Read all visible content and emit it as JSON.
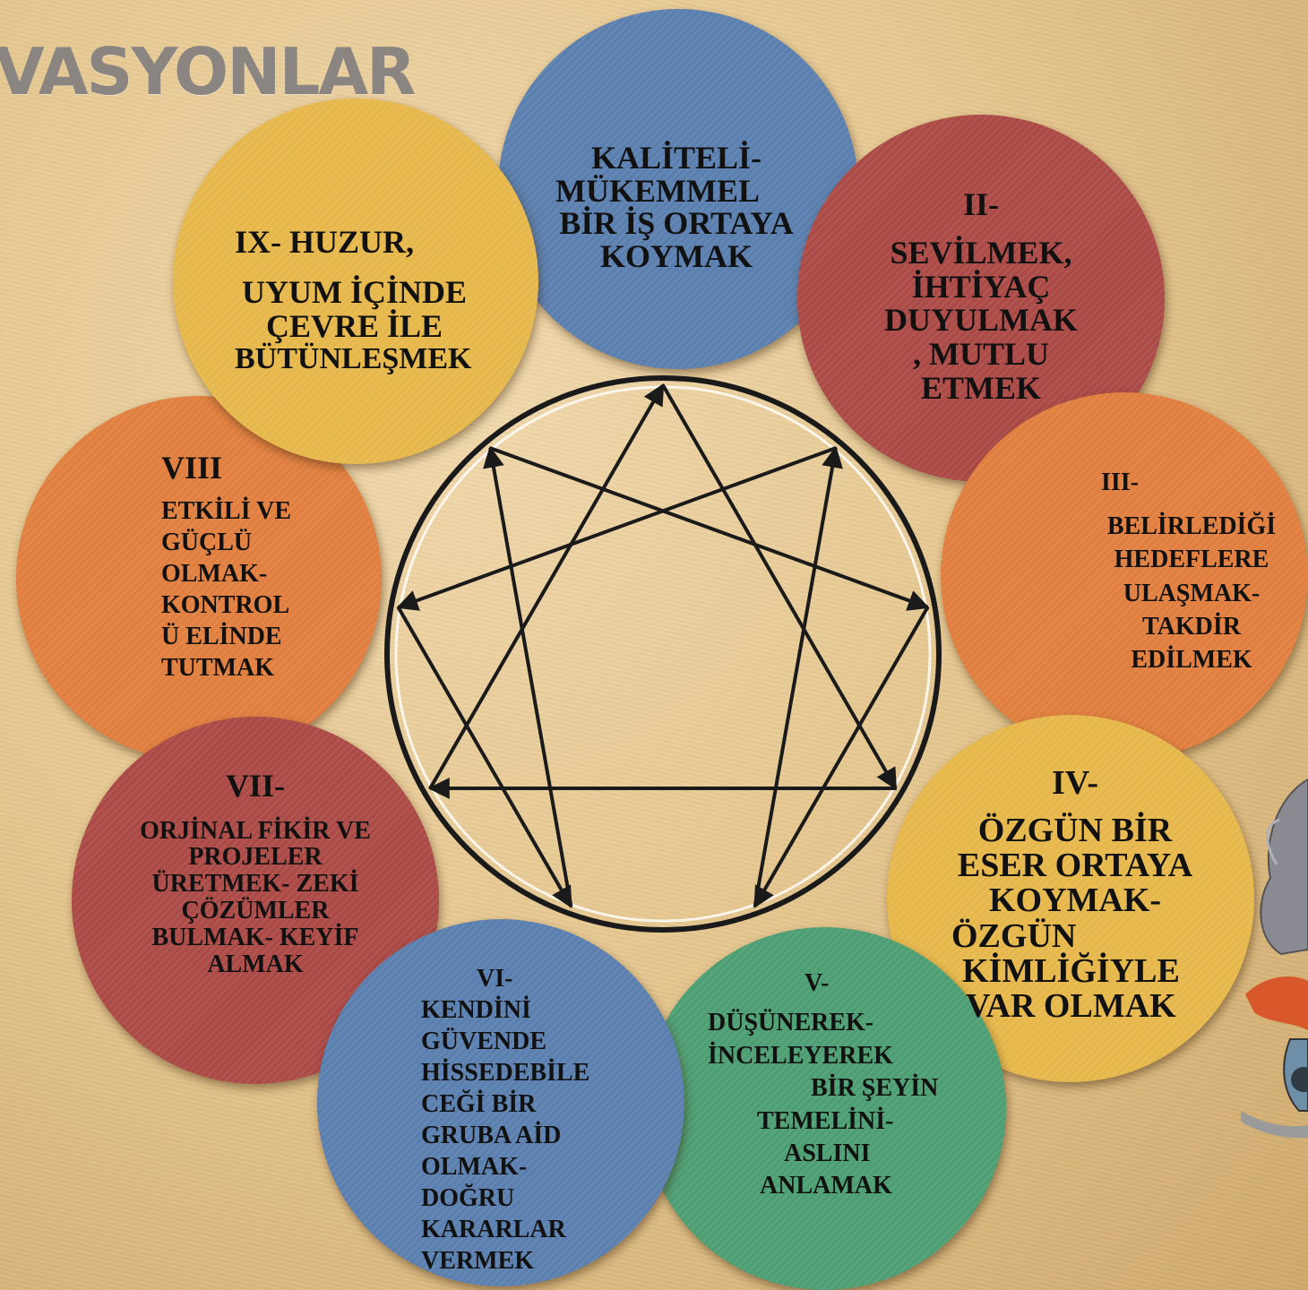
{
  "page": {
    "title": "VASYONLAR"
  },
  "colors": {
    "blue": "#5b7fae",
    "red": "#ab4a46",
    "orange": "#e07f3f",
    "yellow": "#e6b84c",
    "green": "#4e9e73",
    "background": "#e6c891"
  },
  "nodes": {
    "top": {
      "color": "blue",
      "lines": [
        "KALİTELİ-",
        "MÜKEMMEL",
        "BİR İŞ ORTAYA",
        "KOYMAK"
      ]
    },
    "two": {
      "color": "red",
      "heading": "II-",
      "lines": [
        "SEVİLMEK,",
        "İHTİYAÇ",
        "DUYULMAK",
        ", MUTLU",
        "ETMEK"
      ]
    },
    "three": {
      "color": "orange",
      "heading": "III-",
      "lines": [
        "BELİRLEDİĞİ",
        "HEDEFLERE",
        "ULAŞMAK-",
        "TAKDİR",
        "EDİLMEK"
      ]
    },
    "four": {
      "color": "yellow",
      "heading": "IV-",
      "lines": [
        "ÖZGÜN BİR",
        "ESER ORTAYA",
        "KOYMAK-",
        "ÖZGÜN",
        "KİMLİĞİYLE",
        "VAR OLMAK"
      ]
    },
    "five": {
      "color": "green",
      "heading": "V-",
      "lines": [
        "DÜŞÜNEREK-",
        "İNCELEYEREK",
        "BİR ŞEYİN",
        "TEMELİNİ-",
        "ASLINI",
        "ANLAMAK"
      ]
    },
    "six": {
      "color": "blue",
      "heading": "VI-",
      "lines": [
        "KENDİNİ",
        "GÜVENDE",
        "HİSSEDEBİLE",
        "CEĞİ BİR",
        "GRUBA AİD",
        "OLMAK-",
        "DOĞRU",
        "KARARLAR",
        "VERMEK"
      ]
    },
    "seven": {
      "color": "red",
      "heading": "VII-",
      "lines": [
        "ORJİNAL FİKİR  VE",
        "PROJELER",
        "ÜRETMEK-  ZEKİ",
        "ÇÖZÜMLER",
        "BULMAK-  KEYİF",
        "ALMAK"
      ]
    },
    "eight": {
      "color": "orange",
      "heading": "VIII",
      "lines": [
        "ETKİLİ VE",
        "GÜÇLÜ",
        "OLMAK-",
        "KONTROL",
        "Ü  ELİNDE",
        "TUTMAK"
      ]
    },
    "nine": {
      "color": "yellow",
      "heading": "IX- HUZUR,",
      "lines": [
        "UYUM İÇİNDE",
        "ÇEVRE İLE",
        "BÜTÜNLEŞMEK"
      ]
    }
  },
  "enneagram": {
    "stroke": "#1a1a1a",
    "paths": [
      {
        "from": 9,
        "to": 3
      },
      {
        "from": 3,
        "to": 6
      },
      {
        "from": 6,
        "to": 9
      },
      {
        "from": 1,
        "to": 7
      },
      {
        "from": 7,
        "to": 5
      },
      {
        "from": 5,
        "to": 8
      },
      {
        "from": 8,
        "to": 2
      },
      {
        "from": 2,
        "to": 4
      },
      {
        "from": 4,
        "to": 1
      }
    ]
  }
}
